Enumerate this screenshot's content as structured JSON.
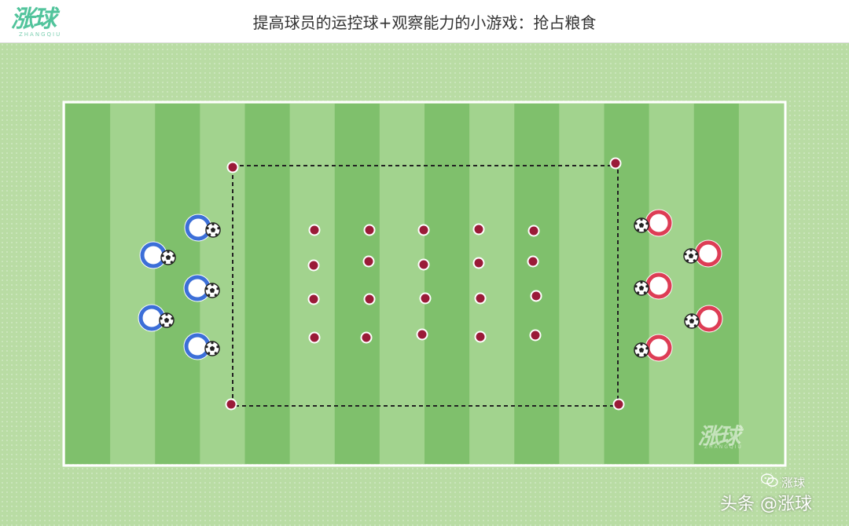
{
  "header": {
    "logo_text": "涨球",
    "logo_sub": "ZHANGQIU",
    "title": "提高球员的运控球+观察能力的小游戏：抢占粮食"
  },
  "diagram": {
    "team_blue": {
      "color": "#3c6fd8"
    },
    "team_red": {
      "color": "#dd3d55"
    },
    "cone_color": "#9a1b38",
    "field_dark": "#7fc06c",
    "field_light": "#a2d38e"
  },
  "watermark": {
    "text": "涨球",
    "sub": "ZHANGQIU"
  },
  "attribution": {
    "wechat_icon": "wechat-icon",
    "name": "涨球",
    "main": "头条 @涨球"
  }
}
